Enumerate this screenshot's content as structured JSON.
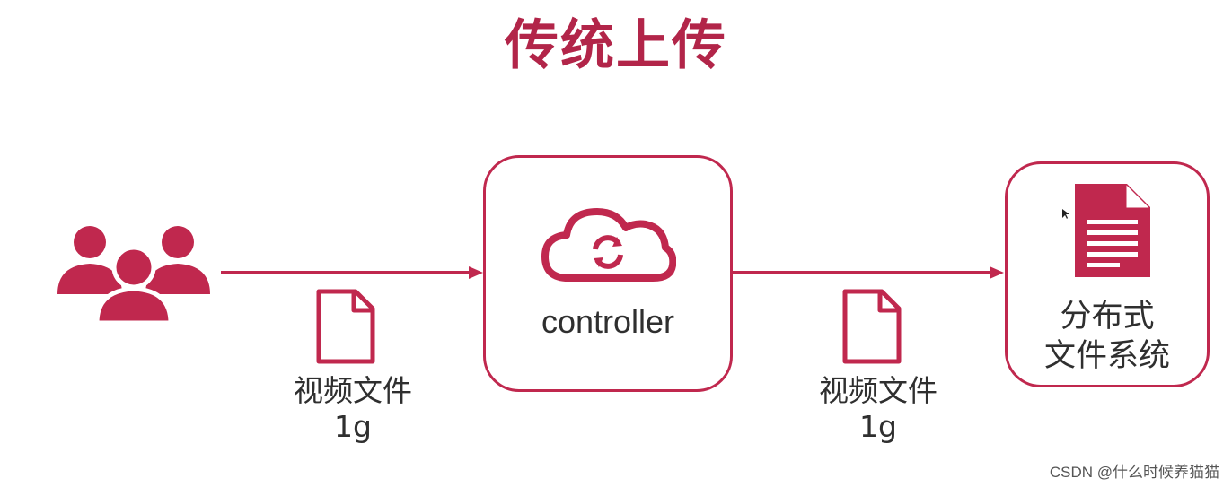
{
  "title": "传统上传",
  "left_file": {
    "label_line1": "视频文件",
    "label_line2": "1g",
    "icon": "file-icon"
  },
  "controller": {
    "label": "controller",
    "icon": "cloud-sync-icon"
  },
  "right_file": {
    "label_line1": "视频文件",
    "label_line2": "1g",
    "icon": "file-icon"
  },
  "storage": {
    "label_line1": "分布式",
    "label_line2": "文件系统",
    "icon": "document-icon"
  },
  "users_icon": "users-group-icon",
  "watermark": "CSDN @什么时候养猫猫",
  "colors": {
    "accent": "#c0284e",
    "title": "#b22549",
    "text": "#2f2f2f"
  }
}
